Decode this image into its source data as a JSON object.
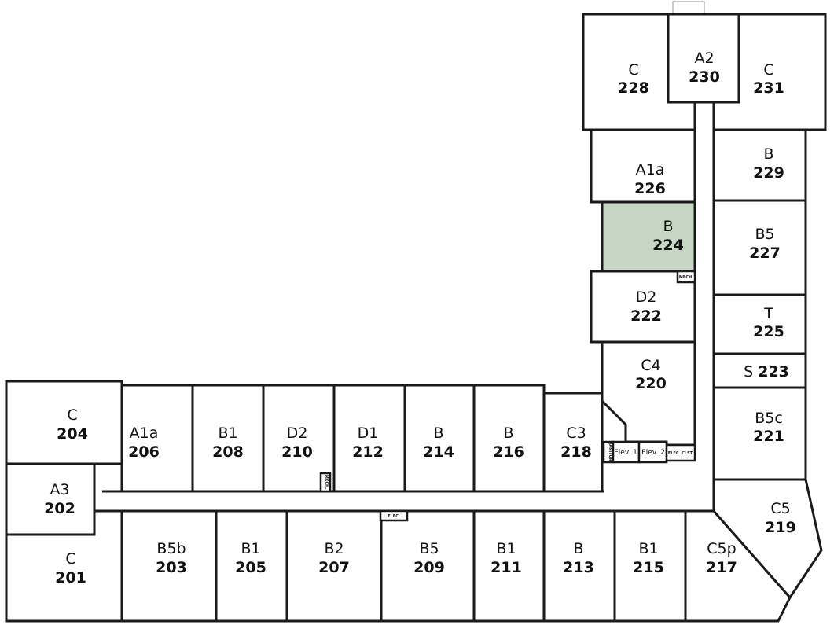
{
  "highlight_color": "#c6d7c4",
  "highlighted_unit": "224",
  "units": {
    "201": {
      "type": "C",
      "number": "201"
    },
    "202": {
      "type": "A3",
      "number": "202"
    },
    "203": {
      "type": "B5b",
      "number": "203"
    },
    "204": {
      "type": "C",
      "number": "204"
    },
    "205": {
      "type": "B1",
      "number": "205"
    },
    "206": {
      "type": "A1a",
      "number": "206"
    },
    "207": {
      "type": "B2",
      "number": "207"
    },
    "208": {
      "type": "B1",
      "number": "208"
    },
    "209": {
      "type": "B5",
      "number": "209"
    },
    "210": {
      "type": "D2",
      "number": "210"
    },
    "211": {
      "type": "B1",
      "number": "211"
    },
    "212": {
      "type": "D1",
      "number": "212"
    },
    "213": {
      "type": "B",
      "number": "213"
    },
    "214": {
      "type": "B",
      "number": "214"
    },
    "215": {
      "type": "B1",
      "number": "215"
    },
    "216": {
      "type": "B",
      "number": "216"
    },
    "217": {
      "type": "C5p",
      "number": "217"
    },
    "218": {
      "type": "C3",
      "number": "218"
    },
    "219": {
      "type": "C5",
      "number": "219"
    },
    "220": {
      "type": "C4",
      "number": "220"
    },
    "221": {
      "type": "B5c",
      "number": "221"
    },
    "222": {
      "type": "D2",
      "number": "222"
    },
    "223": {
      "type": "S",
      "number": "223"
    },
    "224": {
      "type": "B",
      "number": "224"
    },
    "225": {
      "type": "T",
      "number": "225"
    },
    "226": {
      "type": "A1a",
      "number": "226"
    },
    "227": {
      "type": "B5",
      "number": "227"
    },
    "228": {
      "type": "C",
      "number": "228"
    },
    "229": {
      "type": "B",
      "number": "229"
    },
    "230": {
      "type": "A2",
      "number": "230"
    },
    "231": {
      "type": "C",
      "number": "231"
    }
  },
  "service_rooms": {
    "elev1": "Elev. 1",
    "elev2": "Elev. 2",
    "elec_closet": "ELEC. CLST.",
    "janitor": "JANITOR",
    "mech_top": "MECH.",
    "mech_bottom": "MECH.",
    "elec": "ELEC."
  }
}
